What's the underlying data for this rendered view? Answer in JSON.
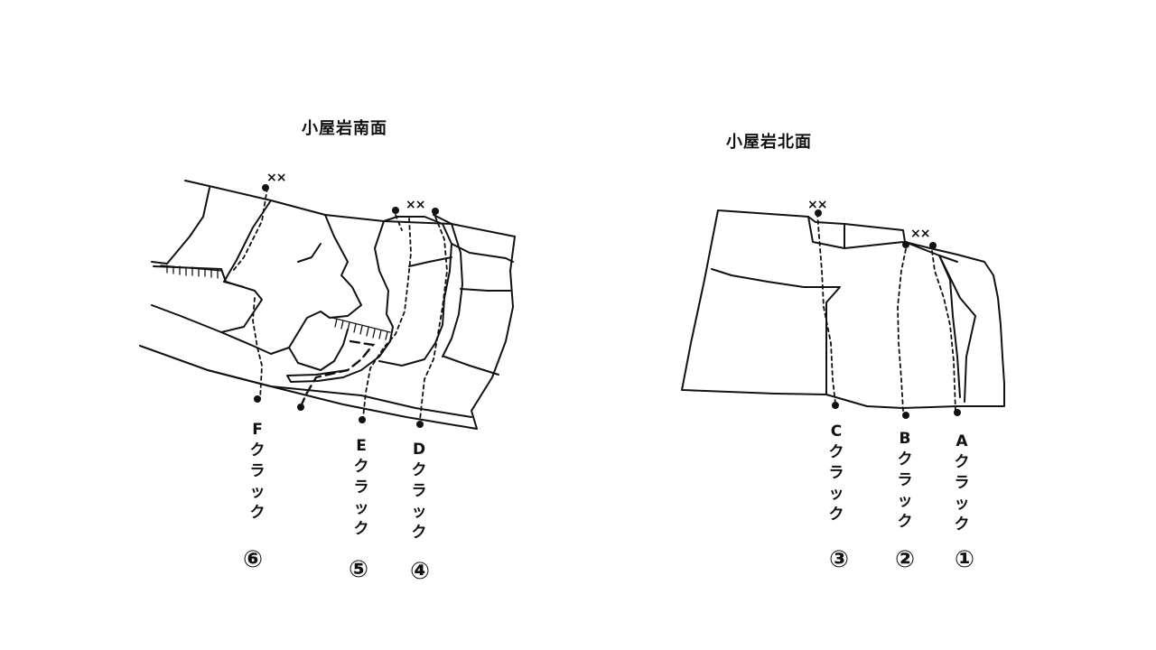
{
  "south": {
    "title": "小屋岩南面",
    "markers": [
      "××",
      "××"
    ],
    "cracks": [
      {
        "letter": "F",
        "text": "クラック",
        "number": "⑥"
      },
      {
        "letter": "E",
        "text": "クラック",
        "number": "⑤"
      },
      {
        "letter": "D",
        "text": "クラック",
        "number": "④"
      }
    ]
  },
  "north": {
    "title": "小屋岩北面",
    "markers": [
      "××",
      "××"
    ],
    "cracks": [
      {
        "letter": "C",
        "text": "クラック",
        "number": "③"
      },
      {
        "letter": "B",
        "text": "クラック",
        "number": "②"
      },
      {
        "letter": "A",
        "text": "クラック",
        "number": "①"
      }
    ]
  }
}
